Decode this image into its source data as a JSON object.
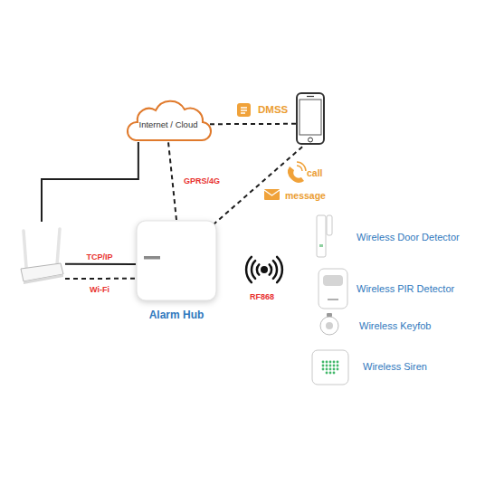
{
  "diagram": {
    "nodes": [
      {
        "text": [
          "Internet / Cloud"
        ]
      },
      {
        "text": []
      },
      {
        "text": []
      },
      {
        "text": [
          "Alarm Hub"
        ]
      }
    ],
    "edges": [
      {
        "from": 2,
        "to": 0,
        "arrow": "none"
      },
      {
        "from": 0,
        "to": 1,
        "label": "DMSS",
        "arrow": "none"
      },
      {
        "from": 3,
        "to": 0,
        "label": "GPRS/4G",
        "arrow": "none"
      },
      {
        "from": 2,
        "to": 3,
        "label": "TCP/IP",
        "arrow": "none"
      },
      {
        "from": 2,
        "to": 3,
        "label": "Wi-Fi",
        "arrow": "none"
      },
      {
        "from": 3,
        "to": 1,
        "label": "call",
        "arrow": "none"
      }
    ],
    "labels": [
      "message",
      "RF868",
      "Wireless Door Detector",
      "Wireless PIR Detector",
      "Wireless Keyfob",
      "Wireless Siren"
    ]
  }
}
